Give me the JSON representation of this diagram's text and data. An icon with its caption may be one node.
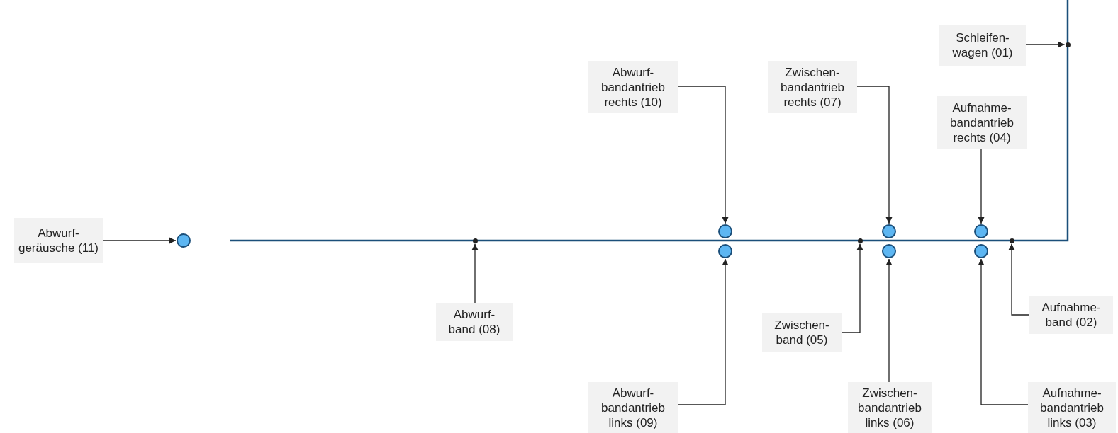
{
  "diagram": {
    "nodes": [
      {
        "text": [
          "Schleifen- wagen (01)"
        ]
      },
      {
        "text": [
          "Abwurf- bandantrieb rechts (10)"
        ]
      },
      {
        "text": [
          "Zwischen- bandantrieb rechts (07)"
        ]
      },
      {
        "text": [
          "Aufnahme- bandantrieb rechts (04)"
        ]
      },
      {
        "text": [
          "Abwurf- geräusche (11)"
        ]
      },
      {
        "text": [
          "Abwurf- band (08)"
        ]
      },
      {
        "text": [
          "Aufnahme- band (02)"
        ]
      },
      {
        "text": [
          "Zwischen- band (05)"
        ]
      },
      {
        "text": [
          "Abwurf- bandantrieb links (09)"
        ]
      },
      {
        "text": [
          "Zwischen- bandantrieb links (06)"
        ]
      },
      {
        "text": [
          "Aufnahme- bandantrieb links (03)"
        ]
      },
      {
        "text": [],
        "shape": "circle"
      },
      {
        "text": [],
        "shape": "dot"
      },
      {
        "text": [],
        "shape": "circle"
      },
      {
        "text": [],
        "shape": "circle"
      },
      {
        "text": [],
        "shape": "dot"
      },
      {
        "text": [],
        "shape": "circle"
      },
      {
        "text": [],
        "shape": "circle"
      },
      {
        "text": [],
        "shape": "circle"
      },
      {
        "text": [],
        "shape": "circle"
      },
      {
        "text": [],
        "shape": "dot"
      },
      {
        "text": [],
        "shape": "dot"
      }
    ],
    "edges": [
      {
        "from": 0,
        "to": 21,
        "arrow": "to"
      },
      {
        "from": 1,
        "to": 13,
        "arrow": "to"
      },
      {
        "from": 2,
        "to": 16,
        "arrow": "to"
      },
      {
        "from": 3,
        "to": 18,
        "arrow": "to"
      },
      {
        "from": 4,
        "to": 11,
        "arrow": "to"
      },
      {
        "from": 5,
        "to": 12,
        "arrow": "to"
      },
      {
        "from": 6,
        "to": 20,
        "arrow": "to"
      },
      {
        "from": 7,
        "to": 15,
        "arrow": "to"
      },
      {
        "from": 8,
        "to": 14,
        "arrow": "to"
      },
      {
        "from": 9,
        "to": 17,
        "arrow": "to"
      },
      {
        "from": 10,
        "to": 19,
        "arrow": "to"
      }
    ]
  }
}
